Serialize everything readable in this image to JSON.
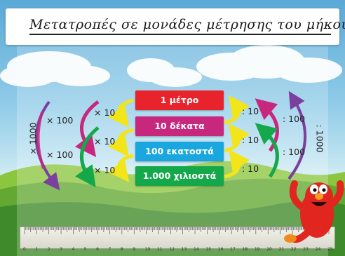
{
  "title": "Μετατροπές σε μονάδες μέτρησης του μήκους",
  "units": [
    {
      "label": "1 μέτρο",
      "color": "#e8232b"
    },
    {
      "label": "10 δέκατα",
      "color": "#c7287e"
    },
    {
      "label": "100 εκατοστά",
      "color": "#1aa6df"
    },
    {
      "label": "1.000 χιλιοστά",
      "color": "#14a84a"
    }
  ],
  "left_ops": {
    "step1": "× 10",
    "step2": "× 10",
    "step3": "× 10",
    "skip1": "× 100",
    "skip2": "× 100",
    "outer": "× 1000"
  },
  "right_ops": {
    "step1": ": 10",
    "step2": ": 10",
    "step3": ": 10",
    "skip1": ": 100",
    "skip2": ": 100",
    "outer": ": 1000"
  },
  "ruler_numbers": [
    "0",
    "1",
    "2",
    "3",
    "4",
    "5",
    "6",
    "7",
    "8",
    "9",
    "10",
    "11",
    "12",
    "13",
    "14",
    "15",
    "16",
    "17",
    "18",
    "19",
    "20",
    "21",
    "22",
    "23",
    "24",
    "25"
  ],
  "colors": {
    "step_arrow": "#f2e51a",
    "skip_arrow_pink": "#c7287e",
    "skip_arrow_green": "#14a84a",
    "outer_arrow": "#7b3f9e"
  },
  "character": "elmo"
}
